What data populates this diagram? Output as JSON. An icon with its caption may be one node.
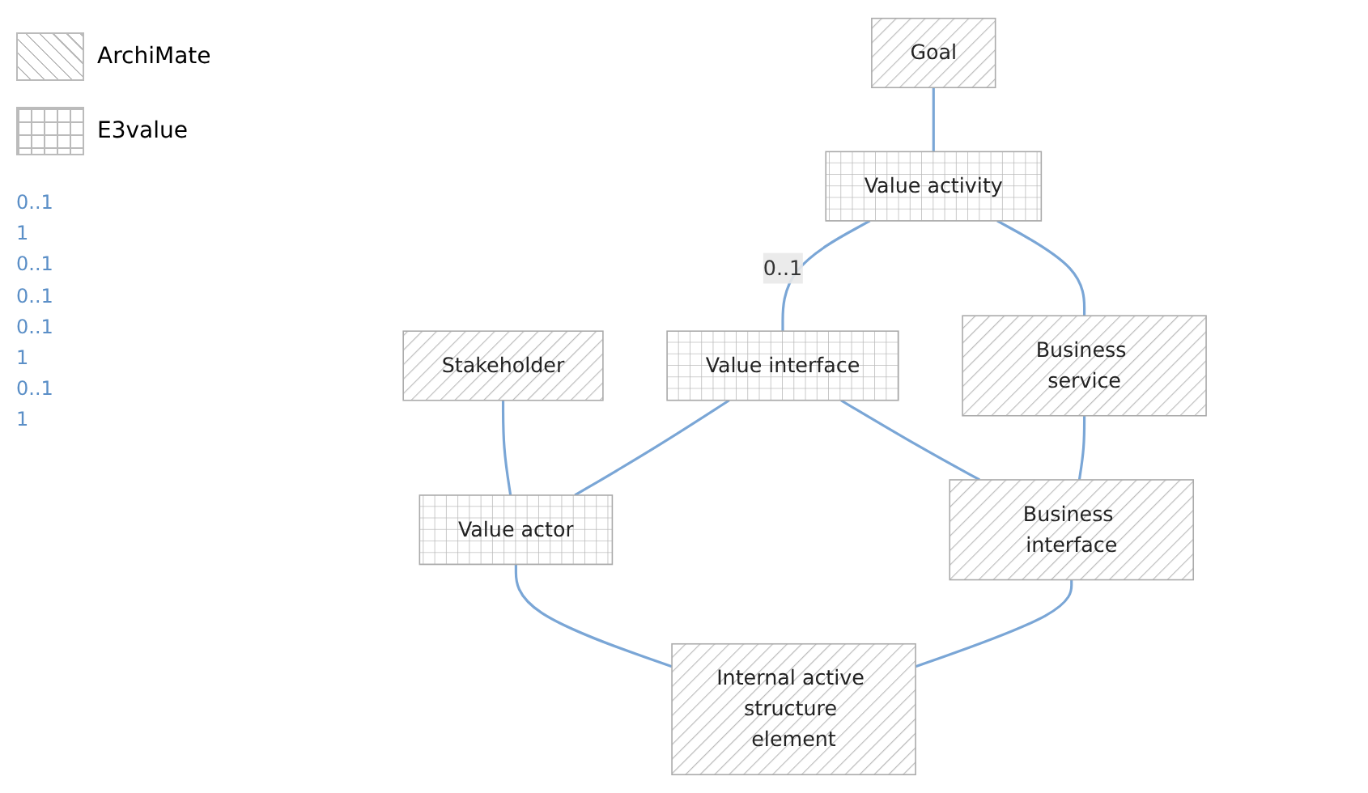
{
  "diagram": {
    "nodes": [
      {
        "text": [
          "Goal"
        ]
      },
      {
        "text": [
          "Stakeholder"
        ]
      },
      {
        "text": [
          "Value activity"
        ]
      },
      {
        "text": [
          "Value interface"
        ]
      },
      {
        "text": [
          "Value actor"
        ]
      },
      {
        "text": [
          "Business service"
        ]
      },
      {
        "text": [
          "Business interface"
        ]
      },
      {
        "text": [
          "Internal active structure element"
        ]
      }
    ],
    "edges": [
      {
        "from": 0,
        "to": 2,
        "arrow": "none"
      },
      {
        "from": 1,
        "to": 4,
        "arrow": "none"
      },
      {
        "from": 2,
        "to": 3,
        "arrow": "none",
        "label": "0..1"
      },
      {
        "from": 3,
        "to": 4,
        "arrow": "none"
      },
      {
        "from": 2,
        "to": 5,
        "arrow": "none"
      },
      {
        "from": 3,
        "to": 6,
        "arrow": "none"
      },
      {
        "from": 4,
        "to": 7,
        "arrow": "none"
      },
      {
        "from": 5,
        "to": 6,
        "arrow": "none"
      },
      {
        "from": 6,
        "to": 7,
        "arrow": "none"
      }
    ],
    "labels": [
      "0..1",
      "1",
      "0..1",
      "0..1",
      "0..1",
      "1",
      "0..1",
      "1"
    ],
    "legend": [
      {
        "text": "ArchiMate"
      },
      {
        "text": "E3value"
      }
    ]
  }
}
